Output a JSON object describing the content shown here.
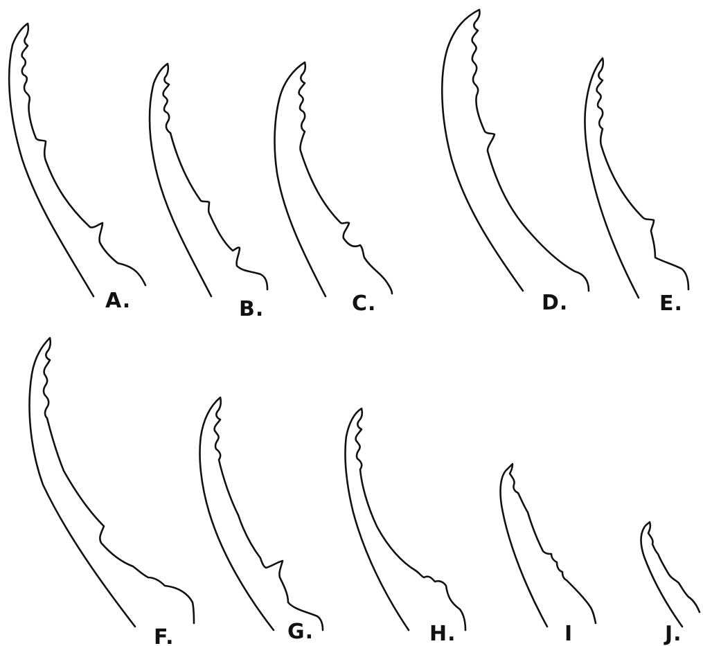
{
  "figures": [
    {
      "id": "A",
      "label": "A."
    },
    {
      "id": "B",
      "label": "B."
    },
    {
      "id": "C",
      "label": "C."
    },
    {
      "id": "D",
      "label": "D."
    },
    {
      "id": "E",
      "label": "E."
    },
    {
      "id": "F",
      "label": "F."
    },
    {
      "id": "G",
      "label": "G."
    },
    {
      "id": "H",
      "label": "H."
    },
    {
      "id": "I",
      "label": "I"
    },
    {
      "id": "J",
      "label": "J."
    }
  ]
}
